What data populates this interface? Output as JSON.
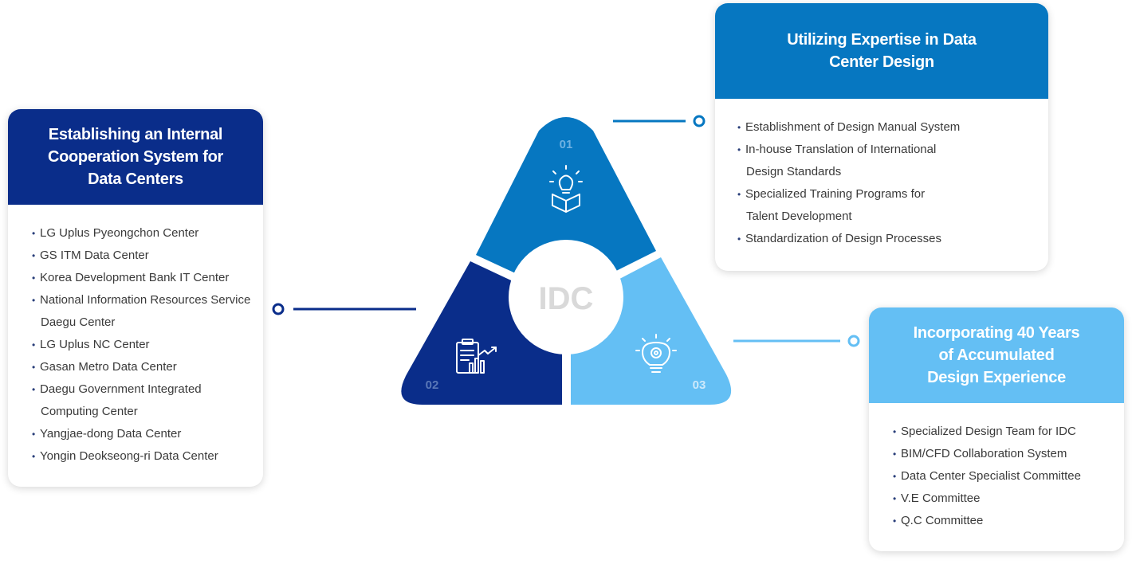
{
  "colors": {
    "dark_navy": "#0a2d8a",
    "mid_blue": "#0677c1",
    "light_blue": "#64bff4",
    "center_label": "#d9d9d9"
  },
  "center": {
    "label": "IDC"
  },
  "segments": [
    {
      "number": "01",
      "icon": "idea-box-icon"
    },
    {
      "number": "02",
      "icon": "clipboard-chart-icon"
    },
    {
      "number": "03",
      "icon": "gear-lightbulb-icon"
    }
  ],
  "left_card": {
    "title_lines": [
      "Establishing an Internal",
      "Cooperation System for",
      "Data Centers"
    ],
    "items": [
      [
        "LG Uplus Pyeongchon Center"
      ],
      [
        "GS ITM Data Center"
      ],
      [
        "Korea Development Bank IT Center"
      ],
      [
        "National Information Resources Service",
        "Daegu Center"
      ],
      [
        "LG Uplus NC Center"
      ],
      [
        "Gasan Metro Data Center"
      ],
      [
        "Daegu Government Integrated",
        "Computing Center"
      ],
      [
        "Yangjae-dong Data Center"
      ],
      [
        "Yongin Deokseong-ri Data Center"
      ]
    ]
  },
  "top_right_card": {
    "title_lines": [
      "Utilizing Expertise in Data",
      "Center Design"
    ],
    "items": [
      [
        "Establishment of Design Manual System"
      ],
      [
        "In-house Translation of International",
        "Design Standards"
      ],
      [
        "Specialized Training Programs for",
        "Talent Development"
      ],
      [
        "Standardization of Design Processes"
      ]
    ]
  },
  "bottom_right_card": {
    "title_lines": [
      "Incorporating 40 Years",
      "of Accumulated",
      "Design Experience"
    ],
    "items": [
      [
        "Specialized Design Team for IDC"
      ],
      [
        "BIM/CFD Collaboration System"
      ],
      [
        "Data Center Specialist Committee"
      ],
      [
        "V.E Committee"
      ],
      [
        "Q.C Committee"
      ]
    ]
  }
}
